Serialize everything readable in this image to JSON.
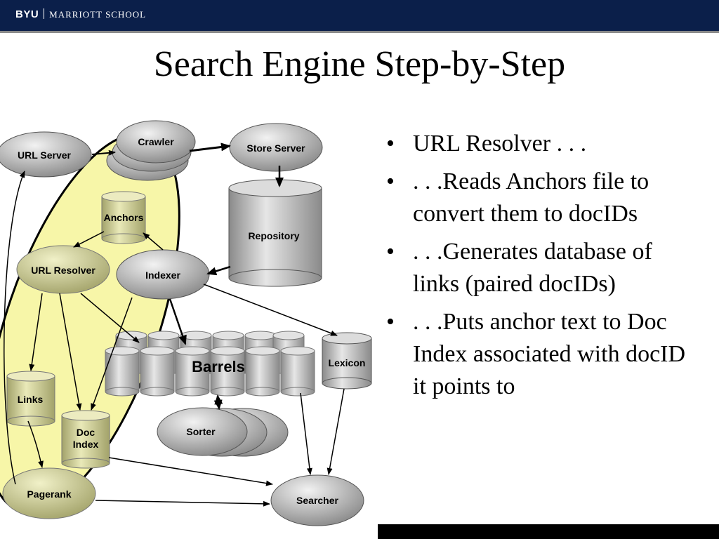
{
  "header": {
    "brand": "BYU",
    "school": "MARRIOTT SCHOOL"
  },
  "slide": {
    "title": "Search Engine Step-by-Step"
  },
  "diagram": {
    "nodes": {
      "url_server": "URL Server",
      "crawler": "Crawler",
      "store_server": "Store Server",
      "repository": "Repository",
      "anchors": "Anchors",
      "url_resolver": "URL Resolver",
      "indexer": "Indexer",
      "barrels": "Barrels",
      "lexicon": "Lexicon",
      "links": "Links",
      "doc_index_line1": "Doc",
      "doc_index_line2": "Index",
      "sorter": "Sorter",
      "pagerank": "Pagerank",
      "searcher": "Searcher"
    },
    "colors": {
      "highlight": "#f7f6a8",
      "node_gray": "#b9b9b9",
      "header_bg": "#0b1f4a"
    }
  },
  "bullets": [
    "URL Resolver . . .",
    ". . .Reads Anchors file to convert them to docIDs",
    ". . .Generates database of links (paired docIDs)",
    ". . .Puts anchor text to Doc Index associated with docID it points to"
  ]
}
